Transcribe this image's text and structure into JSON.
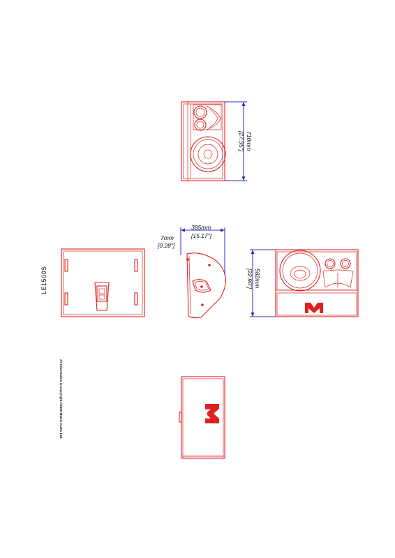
{
  "title": {
    "model": "LE1500S"
  },
  "copyright": "All Information is Copyright ©2008 Martin Audio Ltd.",
  "dimensions": {
    "height_mm": "710mm",
    "height_in": "[27.95\"]",
    "depth_mm": "385mm",
    "depth_in": "[15.17\"]",
    "tilt_mm": "7mm",
    "tilt_in": "[0.28\"]",
    "width_mm": "582mm",
    "width_in": "[22.90\"]"
  },
  "colors": {
    "outline": "#e02020",
    "dimension_lines": "#2030c8",
    "background": "#ffffff"
  },
  "views": [
    "front-view",
    "rear-view",
    "side-view",
    "top-view",
    "bottom-view"
  ]
}
